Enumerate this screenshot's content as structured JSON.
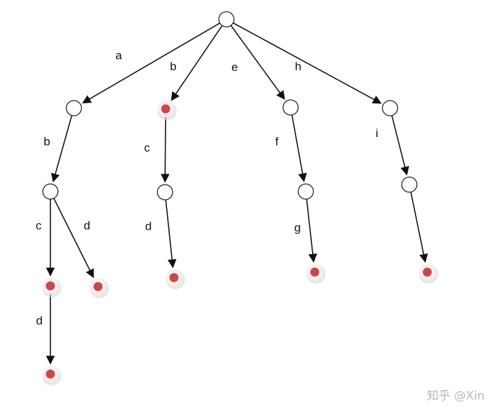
{
  "nodes": [
    {
      "id": "root",
      "terminal": false
    },
    {
      "id": "a",
      "terminal": false
    },
    {
      "id": "b",
      "terminal": true
    },
    {
      "id": "e",
      "terminal": false
    },
    {
      "id": "h",
      "terminal": false
    },
    {
      "id": "ab",
      "terminal": false
    },
    {
      "id": "bc",
      "terminal": false
    },
    {
      "id": "ef",
      "terminal": false
    },
    {
      "id": "hi",
      "terminal": false
    },
    {
      "id": "abc",
      "terminal": true
    },
    {
      "id": "abd",
      "terminal": true
    },
    {
      "id": "bcd",
      "terminal": true
    },
    {
      "id": "efg",
      "terminal": true
    },
    {
      "id": "hi-end",
      "terminal": true
    },
    {
      "id": "abcd",
      "terminal": true
    }
  ],
  "edges": [
    {
      "from": "root",
      "to": "a",
      "label": "a"
    },
    {
      "from": "root",
      "to": "b",
      "label": "b"
    },
    {
      "from": "root",
      "to": "e",
      "label": "e"
    },
    {
      "from": "root",
      "to": "h",
      "label": "h"
    },
    {
      "from": "a",
      "to": "ab",
      "label": "b"
    },
    {
      "from": "b",
      "to": "bc",
      "label": "c"
    },
    {
      "from": "e",
      "to": "ef",
      "label": "f"
    },
    {
      "from": "h",
      "to": "hi",
      "label": "i"
    },
    {
      "from": "ab",
      "to": "abc",
      "label": "c"
    },
    {
      "from": "ab",
      "to": "abd",
      "label": "d"
    },
    {
      "from": "bc",
      "to": "bcd",
      "label": "d"
    },
    {
      "from": "ef",
      "to": "efg",
      "label": "g"
    },
    {
      "from": "hi",
      "to": "hi-end",
      "label": ""
    },
    {
      "from": "abc",
      "to": "abcd",
      "label": "d"
    }
  ],
  "colors": {
    "terminal": "#c8474b",
    "edge": "#111111",
    "node_stroke": "#222222"
  },
  "watermark": "知乎 @Xin"
}
